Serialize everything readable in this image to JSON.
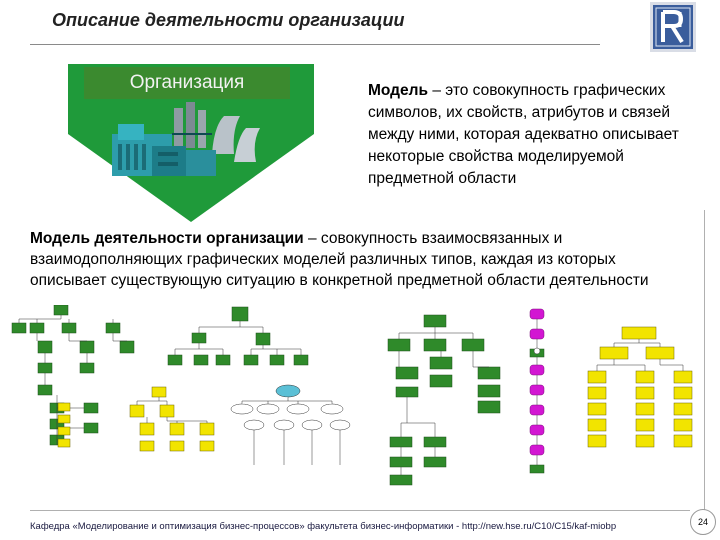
{
  "slide": {
    "title": "Описание деятельности организации",
    "org_label": "Организация",
    "model_term": "Модель",
    "model_definition": " – это совокупность графических символов,  их свойств, атрибутов и связей между ними, которая адекватно описывает некоторые свойства моделируемой предметной области",
    "org_model_term": "Модель деятельности организации",
    "org_model_definition": " – совокупность взаимосвязанных и взаимодополняющих графических моделей различных типов, каждая из которых описывает существующую ситуацию в конкретной предметной области деятельности",
    "footer": "Кафедра «Моделирование и оптимизация бизнес-процессов» факультета бизнес-информатики - http://new.hse.ru/C10/C15/kaf-miobp",
    "page_number": "24"
  },
  "colors": {
    "arrow_green": "#1f9a3a",
    "label_green": "#3b8a2f",
    "box_green": "#2f8a2a",
    "box_yellow": "#f2e400",
    "box_magenta": "#d216d2",
    "logo_blue": "#3a5d9c"
  },
  "icons": [
    "hse-logo-icon",
    "factory-icon"
  ]
}
